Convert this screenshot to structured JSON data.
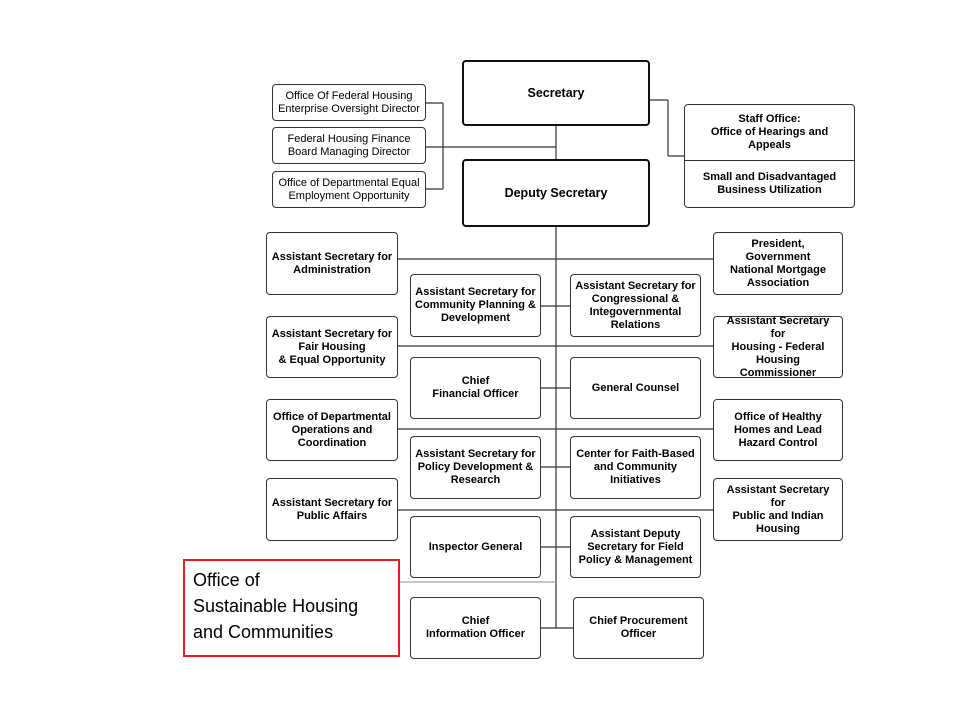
{
  "colors": {
    "line": "#333333",
    "highlight_border": "#e02020",
    "highlight_line": "#7a8faa"
  },
  "top": {
    "secretary": "Secretary",
    "deputy": "Deputy Secretary"
  },
  "left_offices": [
    "Office Of Federal Housing\nEnterprise Oversight Director",
    "Federal Housing Finance\nBoard Managing Director",
    "Office of Departmental Equal\nEmployment Opportunity"
  ],
  "staff_office": {
    "top": "Staff Office:\nOffice of Hearings and\nAppeals",
    "bottom": "Small and Disadvantaged\nBusiness Utilization"
  },
  "left_column": [
    "Assistant Secretary for\nAdministration",
    "Assistant Secretary for\nFair Housing\n& Equal Opportunity",
    "Office of Departmental\nOperations and\nCoordination",
    "Assistant Secretary for\nPublic Affairs"
  ],
  "center_left": [
    "Assistant Secretary for\nCommunity Planning &\nDevelopment",
    "Chief\nFinancial Officer",
    "Assistant Secretary for\nPolicy Development &\nResearch",
    "Inspector General",
    "Chief\nInformation Officer"
  ],
  "center_right": [
    "Assistant Secretary for\nCongressional &\nIntegovernmental\nRelations",
    "General Counsel",
    "Center for Faith-Based\nand Community\nInitiatives",
    "Assistant Deputy\nSecretary for Field\nPolicy & Management",
    "Chief Procurement\nOfficer"
  ],
  "right_column": [
    "President, Government\nNational Mortgage\nAssociation",
    "Assistant Secretary for\nHousing - Federal\nHousing Commissioner",
    "Office of Healthy\nHomes and Lead\nHazard Control",
    "Assistant Secretary for\nPublic and Indian\nHousing"
  ],
  "highlight": "Office of\nSustainable Housing\nand Communities"
}
